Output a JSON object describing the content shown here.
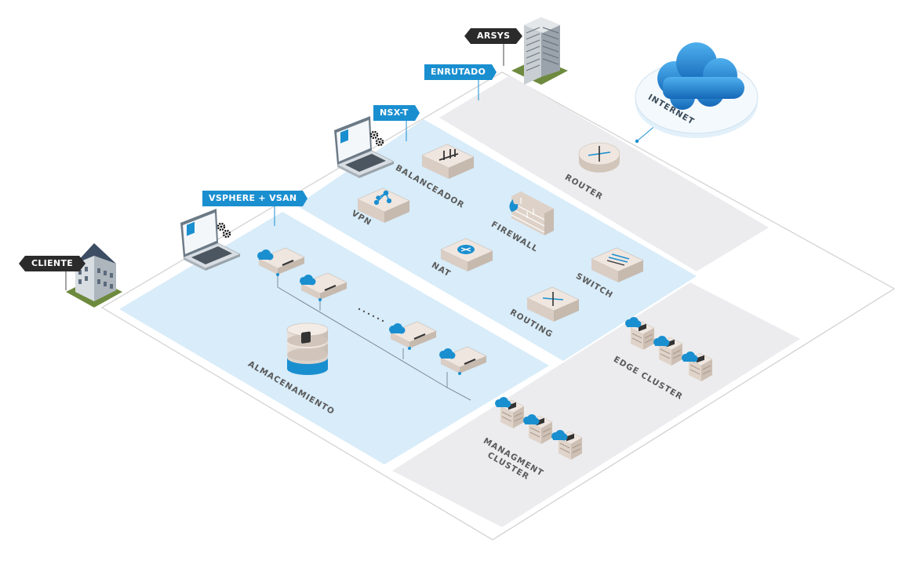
{
  "tags": {
    "arsys": "ARSYS",
    "enrutado": "ENRUTADO",
    "nsxt": "NSX-T",
    "vsphere": "VSPHERE + VSAN",
    "cliente": "CLIENTE"
  },
  "labels": {
    "internet": "INTERNET",
    "router": "ROUTER",
    "balanceador": "BALANCEADOR",
    "vpn": "VPN",
    "firewall": "FIREWALL",
    "nat": "NAT",
    "switch": "SWITCH",
    "routing": "ROUTING",
    "almacenamiento": "ALMACENAMIENTO",
    "edge_cluster": "EDGE CLUSTER",
    "managment_line1": "MANAGMENT",
    "managment_line2": "CLUSTER"
  },
  "colors": {
    "zone_blue": "#d8ecf9",
    "zone_grey": "#ececee",
    "accent": "#1a8fd0",
    "cloud": "#1e88d6",
    "tag_dark": "#2b2b2b"
  }
}
